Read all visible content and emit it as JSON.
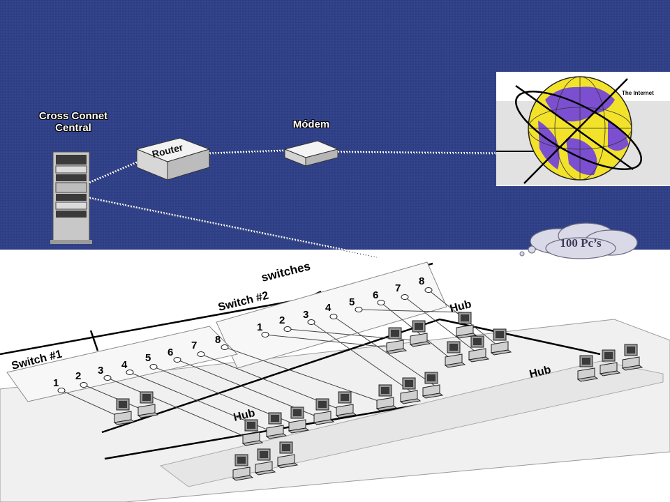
{
  "top_section": {
    "cross_connect_label": "Cross Connet Central",
    "modem_label": "Módem",
    "router_label": "Router",
    "internet_label": "The Internet",
    "cloud_label": "100 Pc’s"
  },
  "floor_plan": {
    "switches_label": "switches",
    "switch1_label": "Switch #1",
    "switch2_label": "Switch #2",
    "hub_labels": [
      "Hub",
      "Hub",
      "Hub"
    ],
    "switch1_ports": [
      "1",
      "2",
      "3",
      "4",
      "5",
      "6",
      "7",
      "8"
    ],
    "switch2_ports": [
      "1",
      "2",
      "3",
      "4",
      "5",
      "6",
      "7",
      "8"
    ]
  },
  "colors": {
    "background_blue": "#2e3f86",
    "globe_land": "#7b4fd0",
    "globe_ocean": "#f2e22a"
  },
  "icons": [
    "router-icon",
    "modem-icon",
    "rack-icon",
    "globe-icon",
    "cloud-icon",
    "computer-icon"
  ]
}
